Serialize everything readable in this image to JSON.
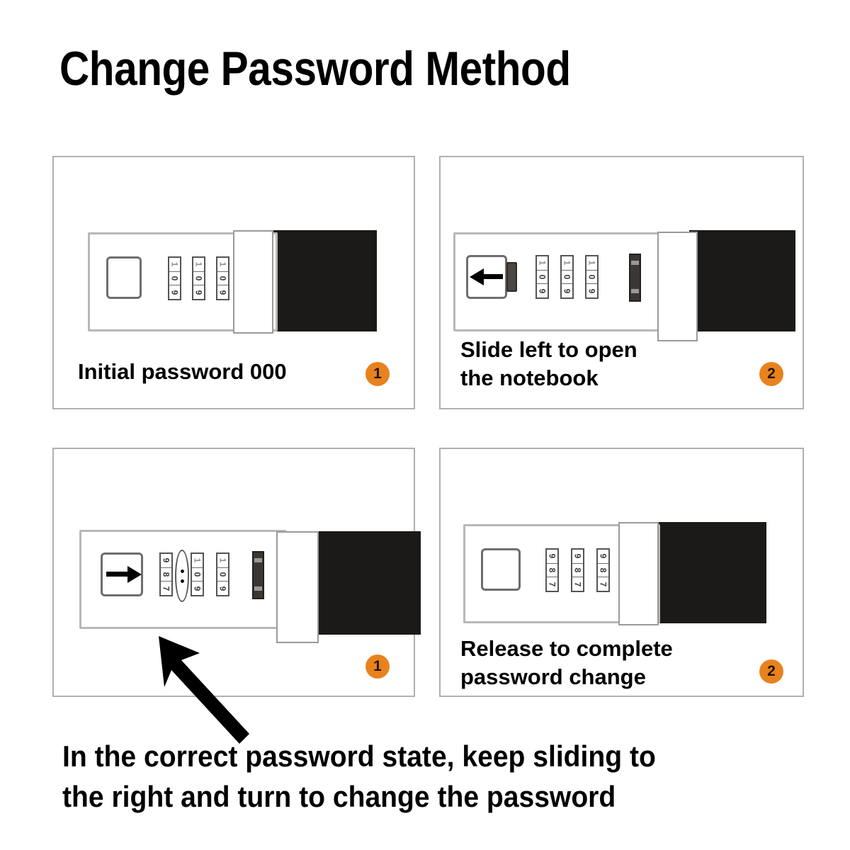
{
  "title": "Change Password Method",
  "accent_color": "#e8821e",
  "panels": [
    {
      "id": "panel-1",
      "step": "1",
      "caption": "Initial password 000",
      "device": {
        "state": "closed",
        "plate_icon": "blank-square",
        "dials": [
          {
            "digits": [
              "1",
              "0",
              "9"
            ],
            "rotating": false
          },
          {
            "digits": [
              "1",
              "0",
              "9"
            ],
            "rotating": false
          },
          {
            "digits": [
              "1",
              "0",
              "9"
            ],
            "rotating": false
          }
        ],
        "has_lever": false,
        "has_plate_tab": false
      }
    },
    {
      "id": "panel-2",
      "step": "2",
      "caption": "Slide left to open\nthe notebook",
      "device": {
        "state": "slid-left",
        "plate_icon": "arrow-left",
        "dials": [
          {
            "digits": [
              "1",
              "0",
              "9"
            ],
            "rotating": false
          },
          {
            "digits": [
              "1",
              "0",
              "9"
            ],
            "rotating": false
          },
          {
            "digits": [
              "1",
              "0",
              "9"
            ],
            "rotating": false
          }
        ],
        "has_lever": true,
        "has_plate_tab": true
      }
    },
    {
      "id": "panel-3",
      "step": "1",
      "caption": "",
      "device": {
        "state": "slid-right",
        "plate_icon": "arrow-right",
        "dials": [
          {
            "digits": [
              "9",
              "8",
              "7"
            ],
            "rotating": true
          },
          {
            "digits": [
              "1",
              "0",
              "9"
            ],
            "rotating": false
          },
          {
            "digits": [
              "1",
              "0",
              "9"
            ],
            "rotating": false
          }
        ],
        "has_lever": true,
        "has_plate_tab": false
      }
    },
    {
      "id": "panel-4",
      "step": "2",
      "caption": "Release to complete\npassword change",
      "device": {
        "state": "closed",
        "plate_icon": "blank-square",
        "dials": [
          {
            "digits": [
              "9",
              "8",
              "7"
            ],
            "rotating": false
          },
          {
            "digits": [
              "9",
              "8",
              "7"
            ],
            "rotating": false
          },
          {
            "digits": [
              "9",
              "8",
              "7"
            ],
            "rotating": false
          }
        ],
        "has_lever": false,
        "has_plate_tab": false
      }
    }
  ],
  "bottom_note": "In the correct password state, keep sliding to\nthe right and turn to change the password"
}
